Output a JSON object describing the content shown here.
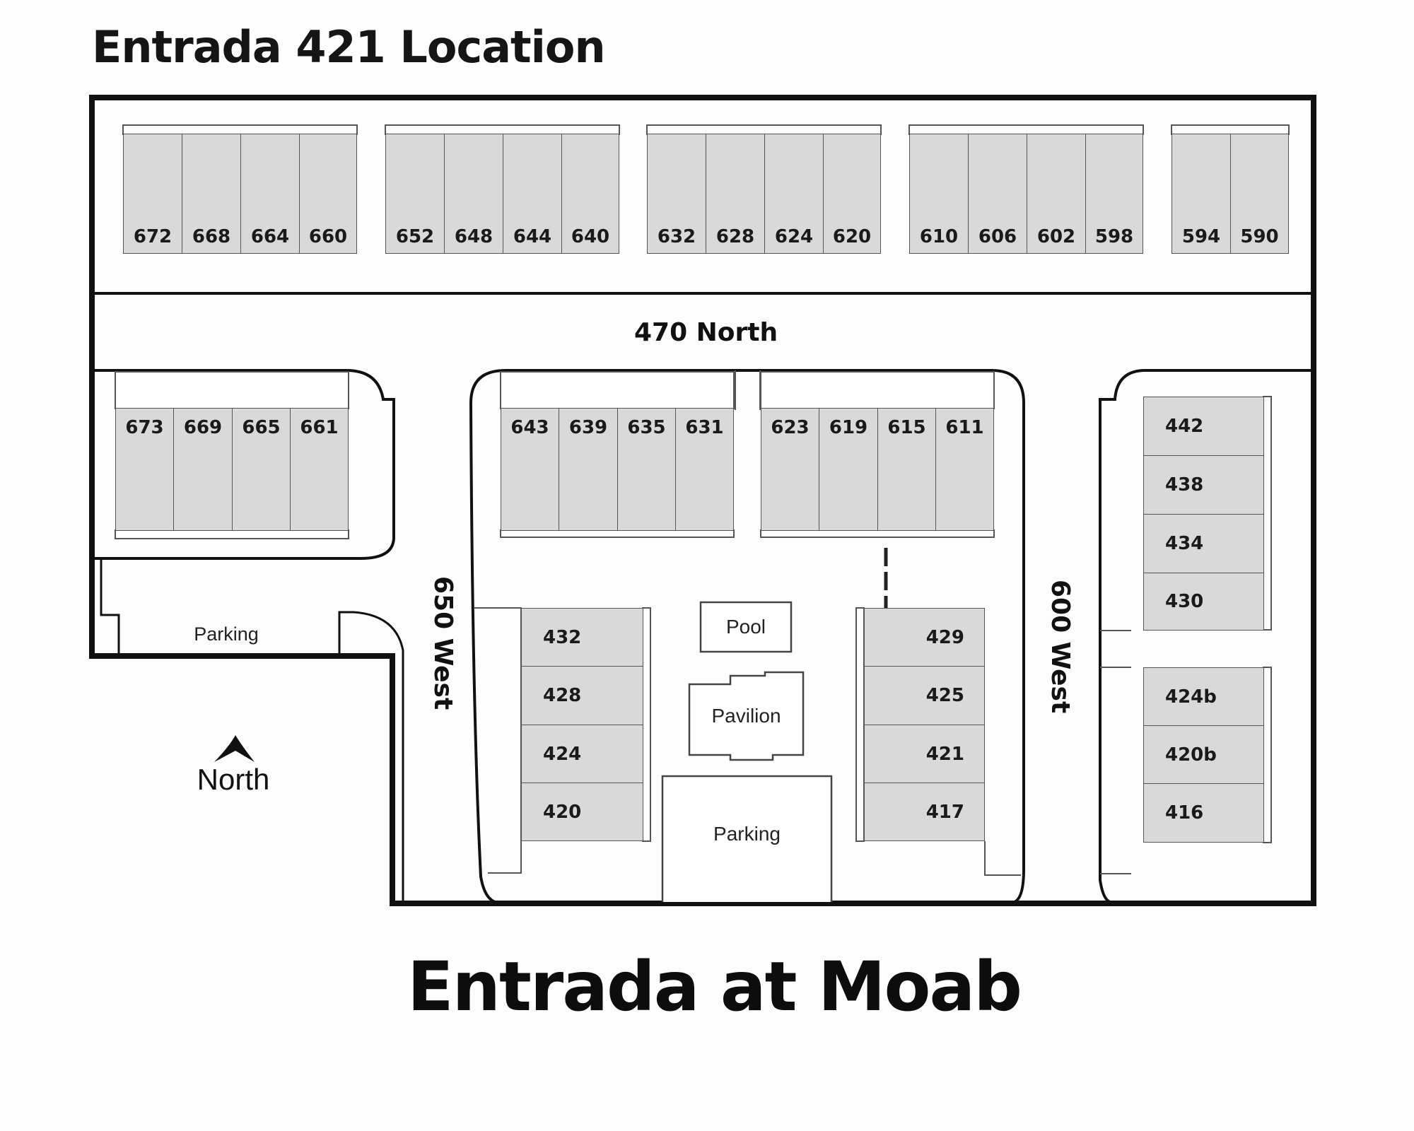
{
  "header": {
    "title": "Entrada 421 Location"
  },
  "footer": {
    "title": "Entrada at Moab"
  },
  "streets": {
    "north": "470 North",
    "west_650": "650 West",
    "west_600": "600 West"
  },
  "amenities": {
    "pool": "Pool",
    "pavilion": "Pavilion",
    "parking_center": "Parking",
    "parking_left": "Parking"
  },
  "compass": {
    "label": "North",
    "icon": "north-arrow-icon"
  },
  "highlight": {
    "unit": "421",
    "marker": "dashed-arrow-pointing-down"
  },
  "top_row": {
    "group1": [
      "672",
      "668",
      "664",
      "660"
    ],
    "group2": [
      "652",
      "648",
      "644",
      "640"
    ],
    "group3": [
      "632",
      "628",
      "624",
      "620"
    ],
    "group4": [
      "610",
      "606",
      "602",
      "598"
    ],
    "group5": [
      "594",
      "590"
    ]
  },
  "middle_row": {
    "left": [
      "673",
      "669",
      "665",
      "661"
    ],
    "center_a": [
      "643",
      "639",
      "635",
      "631"
    ],
    "center_b": [
      "623",
      "619",
      "615",
      "611"
    ]
  },
  "inner_columns": {
    "left": [
      "432",
      "428",
      "424",
      "420"
    ],
    "right": [
      "429",
      "425",
      "421",
      "417"
    ]
  },
  "east_column": {
    "upper": [
      "442",
      "438",
      "434",
      "430"
    ],
    "lower": [
      "424b",
      "420b",
      "416"
    ]
  },
  "colors": {
    "unit_fill": "#d9d9d9",
    "outline": "#111111",
    "background": "#fdfdfd"
  }
}
